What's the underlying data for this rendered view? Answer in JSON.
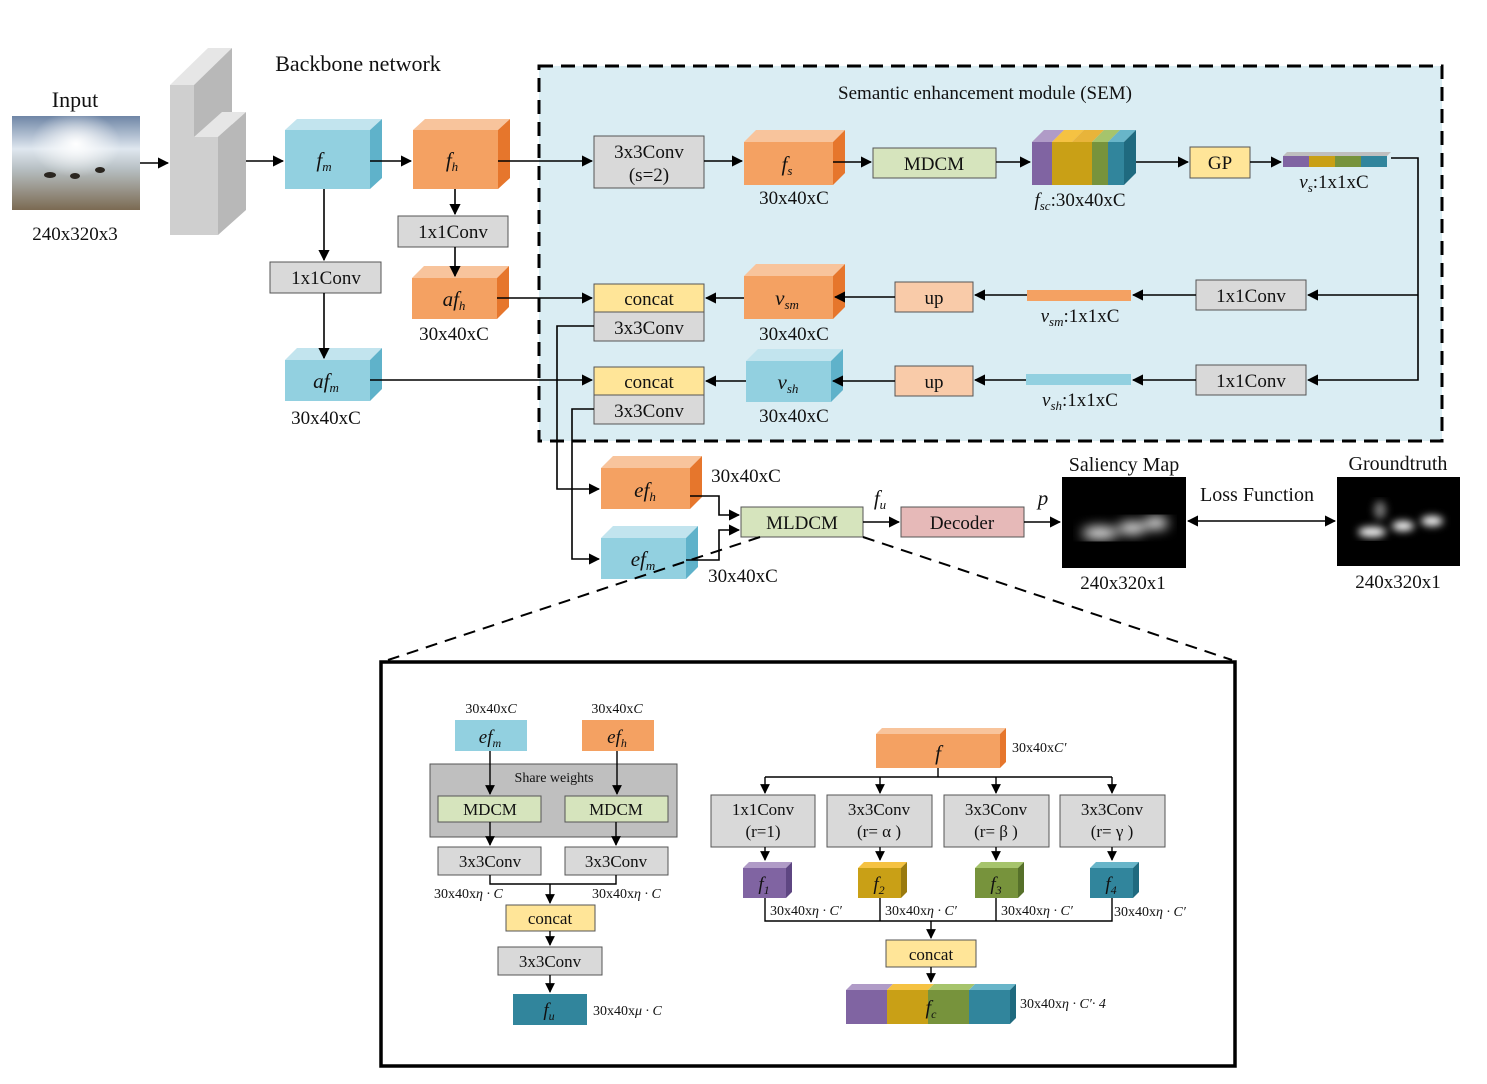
{
  "titles": {
    "backbone": "Backbone network",
    "sem": "Semantic enhancement module (SEM)",
    "input": "Input",
    "saliency": "Saliency Map",
    "groundtruth": "Groundtruth",
    "loss": "Loss Function"
  },
  "dims": {
    "input": "240x320x3",
    "fs": "30x40xC",
    "fsc": ":30x40xC",
    "vs": ":1x1xC",
    "vsm_vec": ":1x1xC",
    "vsh_vec": ":1x1xC",
    "afh": "30x40xC",
    "afm": "30x40xC",
    "vsm": "30x40xC",
    "vsh": "30x40xC",
    "efh": "30x40xC",
    "efm": "30x40xC",
    "saliency": "240x320x1",
    "groundtruth": "240x320x1"
  },
  "features": {
    "fm": "f",
    "fm_sub": "m",
    "fh": "f",
    "fh_sub": "h",
    "afh": "af",
    "afh_sub": "h",
    "afm": "af",
    "afm_sub": "m",
    "fs": "f",
    "fs_sub": "s",
    "fsc": "f",
    "fsc_sub": "sc",
    "vs": "v",
    "vs_sub": "s",
    "vsm": "v",
    "vsm_sub": "sm",
    "vsh": "v",
    "vsh_sub": "sh",
    "efh": "ef",
    "efh_sub": "h",
    "efm": "ef",
    "efm_sub": "m",
    "fu": "f",
    "fu_sub": "u",
    "p": "p"
  },
  "ops": {
    "conv1_a": "1x1Conv",
    "conv1_b": "1x1Conv",
    "conv3s2_l1": "3x3Conv",
    "conv3s2_l2": "(s=2)",
    "mdcm": "MDCM",
    "gp": "GP",
    "conv1_sm": "1x1Conv",
    "conv1_sh": "1x1Conv",
    "up1": "up",
    "up2": "up",
    "concat1": "concat",
    "conv3_1": "3x3Conv",
    "concat2": "concat",
    "conv3_2": "3x3Conv",
    "mldcm": "MLDCM",
    "decoder": "Decoder"
  },
  "detail_left": {
    "dim_m": "30x40x",
    "dim_h": "30x40x",
    "dim_c": "C",
    "efm": "ef",
    "efm_sub": "m",
    "efh": "ef",
    "efh_sub": "h",
    "share": "Share  weights",
    "mdcm1": "MDCM",
    "mdcm2": "MDCM",
    "conv1": "3x3Conv",
    "conv2": "3x3Conv",
    "dim_eta1": "30x40x",
    "dim_eta2": "30x40x",
    "eta_c": "η · C",
    "concat": "concat",
    "conv3": "3x3Conv",
    "fu": "f",
    "fu_sub": "u",
    "dim_mu": "30x40x",
    "mu_c": "μ · C"
  },
  "detail_right": {
    "f": "f",
    "dim_f": "30x40x",
    "cprime": "C′",
    "b1_l1": "1x1Conv",
    "b1_l2": "(r=1)",
    "b2_l1": "3x3Conv",
    "b2_l2": "(r= α )",
    "b3_l1": "3x3Conv",
    "b3_l2": "(r= β )",
    "b4_l1": "3x3Conv",
    "b4_l2": "(r= γ )",
    "f1": "f",
    "f1_sub": "1",
    "f2": "f",
    "f2_sub": "2",
    "f3": "f",
    "f3_sub": "3",
    "f4": "f",
    "f4_sub": "4",
    "dim_b": "30x40x",
    "eta_cp": "η · C′",
    "concat": "concat",
    "fc": "f",
    "fc_sub": "c",
    "dim_fc": "30x40x",
    "eta_cp4": "η · C′· 4"
  },
  "colors": {
    "orange": "#f4a162",
    "blue": "#92d0e0",
    "gray": "#d9d9d9",
    "green": "#d6e4bd",
    "yellow": "#ffe598",
    "pink": "#e6b9b8",
    "sem_bg": "#daedf3",
    "purple": "#8064a2",
    "gold": "#c9a016",
    "olive": "#77933c",
    "teal": "#31859c"
  }
}
